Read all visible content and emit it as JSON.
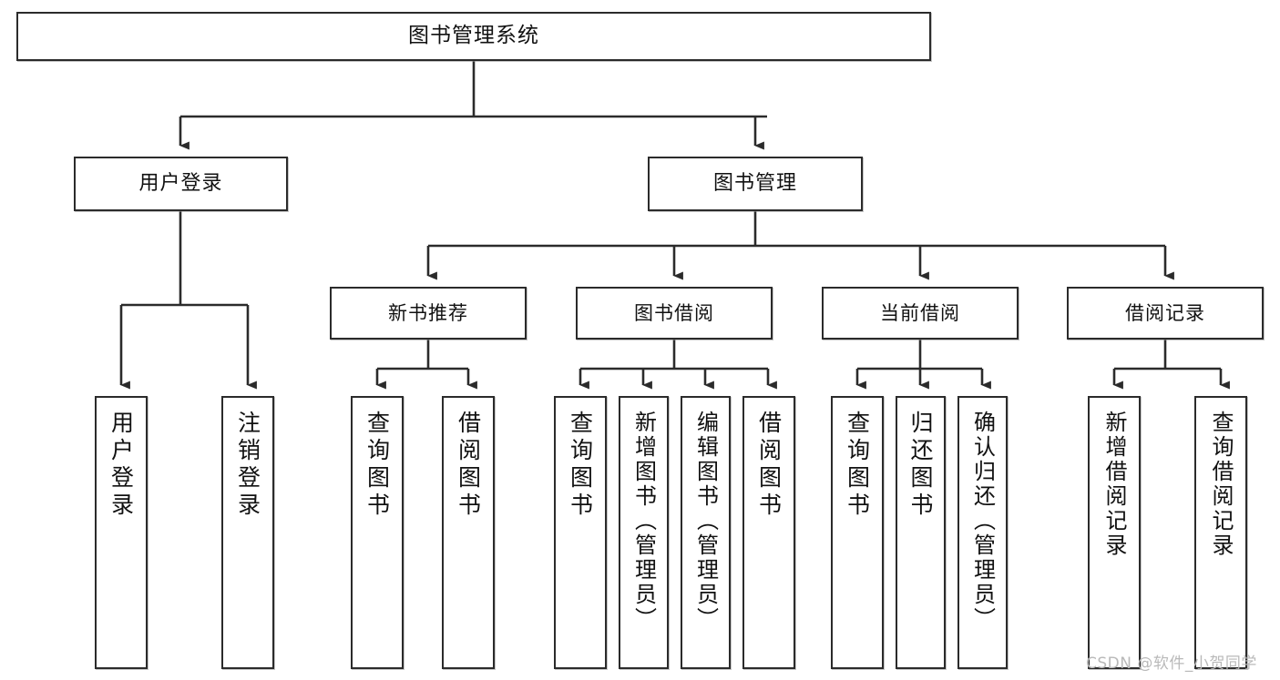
{
  "diagram": {
    "type": "tree",
    "title": "图书管理系统",
    "root": {
      "label": "图书管理系统"
    },
    "level2": [
      {
        "label": "用户登录"
      },
      {
        "label": "图书管理"
      }
    ],
    "level3": [
      {
        "label": "新书推荐"
      },
      {
        "label": "图书借阅"
      },
      {
        "label": "当前借阅"
      },
      {
        "label": "借阅记录"
      }
    ],
    "leaves": {
      "user_login": [
        {
          "label": "用户登录"
        },
        {
          "label": "注销登录"
        }
      ],
      "new_book_recommend": [
        {
          "label": "查询图书"
        },
        {
          "label": "借阅图书"
        }
      ],
      "book_borrow": [
        {
          "label": "查询图书"
        },
        {
          "label": "新增图书（管理员）"
        },
        {
          "label": "编辑图书（管理员）"
        },
        {
          "label": "借阅图书"
        }
      ],
      "current_borrow": [
        {
          "label": "查询图书"
        },
        {
          "label": "归还图书"
        },
        {
          "label": "确认归还（管理员）"
        }
      ],
      "borrow_record": [
        {
          "label": "新增借阅记录"
        },
        {
          "label": "查询借阅记录"
        }
      ]
    }
  },
  "watermark": {
    "text": "CSDN @软件_小贺同学"
  },
  "colors": {
    "box_border": "#2b2b2b",
    "box_fill": "#ffffff",
    "line": "#2b2b2b",
    "text": "#111111",
    "watermark": "#b9b9b9",
    "background": "#ffffff"
  }
}
